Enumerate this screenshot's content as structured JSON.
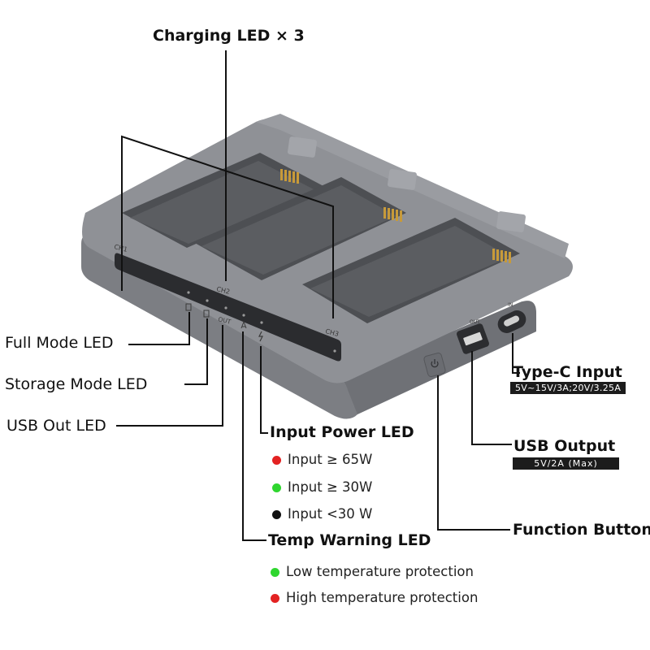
{
  "callouts": {
    "charging_led": "Charging LED × 3",
    "full_mode_led": "Full Mode LED",
    "storage_mode_led": "Storage Mode LED",
    "usb_out_led": "USB Out LED",
    "input_power_led": "Input Power LED",
    "temp_warning_led": "Temp Warning LED",
    "type_c_input": "Type-C Input",
    "type_c_spec": "5V~15V/3A;20V/3.25A",
    "usb_output": "USB Output",
    "usb_output_spec": "5V/2A (Max)",
    "function_button": "Function Button"
  },
  "input_power_legend": [
    {
      "color": "#e32222",
      "text": "Input ≥ 65W"
    },
    {
      "color": "#2fd62f",
      "text": "Input ≥ 30W"
    },
    {
      "color": "#111111",
      "text": "Input <30 W"
    }
  ],
  "temp_legend": [
    {
      "color": "#2fd62f",
      "text": "Low temperature protection"
    },
    {
      "color": "#e32222",
      "text": "High temperature protection"
    }
  ],
  "device_marks": {
    "ch1": "CH1",
    "ch2": "CH2",
    "ch3": "CH3",
    "out": "OUT",
    "port_out": "OUT",
    "port_in": "IN"
  },
  "colors": {
    "body_top": "#8f9196",
    "body_side": "#7b7d82",
    "body_dark": "#606267",
    "led_bar": "#2b2c2f",
    "contacts": "#c79a3a"
  }
}
